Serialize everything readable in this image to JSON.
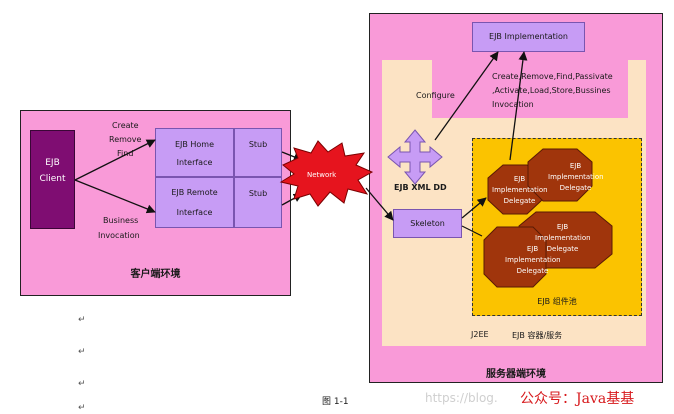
{
  "client_env": {
    "title": "客户端环境",
    "ejb_client": "EJB\nClient",
    "labels": {
      "create": "Create",
      "remove": "Remove",
      "find": "Find",
      "business": "Business",
      "invocation": "Invocation"
    },
    "ejb_home": "EJB Home",
    "ejb_home_interface": "Interface",
    "ejb_remote": "EJB Remote",
    "ejb_remote_interface": "Interface",
    "stub1": "Stub",
    "stub2": "Stub"
  },
  "network_label": "Network",
  "server_env": {
    "title": "服务器端环境",
    "ejb_impl": "EJB Implementation",
    "configure": "Configure",
    "lifecycle_1": "Create,Remove,Find,Passivate",
    "lifecycle_2": ",Activate,Load,Store,Bussines",
    "lifecycle_3": "Invocation",
    "xml_dd": "EJB XML DD",
    "skeleton": "Skeleton",
    "delegate": "EJB\nImplementation\nDelegate",
    "pool": "EJB  组件池",
    "j2ee": "J2EE",
    "container": "EJB  容器/服务"
  },
  "figure_caption": "图 1-1",
  "watermark_url": "https://blog.",
  "watermark_brand": "公众号：Java基基",
  "colors": {
    "pink": "#f99ad8",
    "cream": "#fce3c4",
    "gold": "#fbc300",
    "brown": "#a0350c",
    "purple_box": "#c79cf5",
    "dark_purple": "#7f0d72",
    "burst": "#e6141e"
  }
}
